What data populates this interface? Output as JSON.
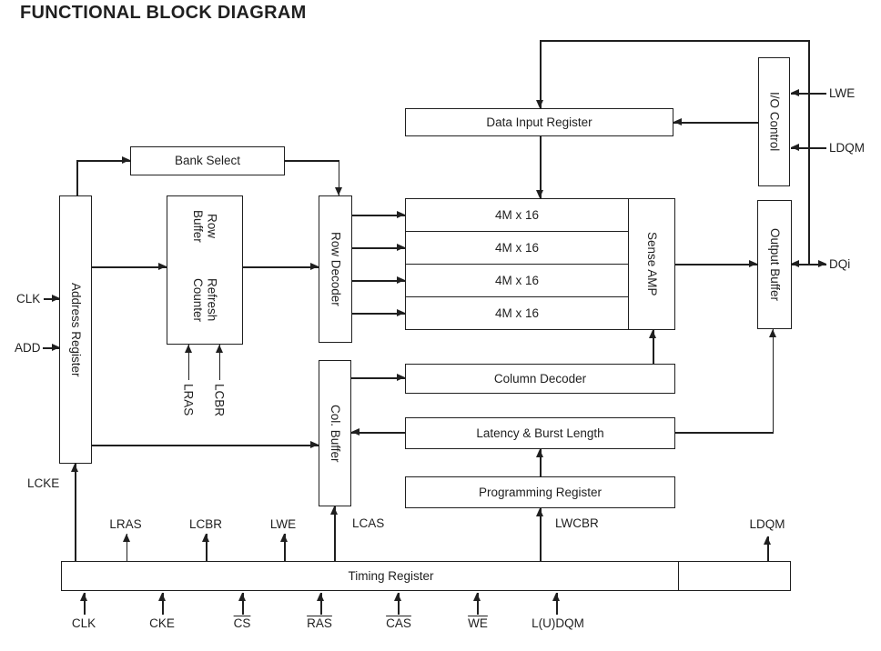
{
  "title": "FUNCTIONAL BLOCK DIAGRAM",
  "blocks": {
    "data_input_register": "Data Input Register",
    "io_control": "I/O Control",
    "bank_select": "Bank Select",
    "address_register": "Address Register",
    "row_buffer": {
      "line1": "Row Buffer",
      "line2": "Refresh Counter"
    },
    "row_decoder": "Row Decoder",
    "memory_banks": [
      "4M x 16",
      "4M x 16",
      "4M x 16",
      "4M x 16"
    ],
    "sense_amp": "Sense AMP",
    "output_buffer": "Output Buffer",
    "column_decoder": "Column Decoder",
    "latency_burst_length": "Latency & Burst Length",
    "programming_register": "Programming Register",
    "col_buffer": "Col. Buffer",
    "timing_register": "Timing Register"
  },
  "signal_labels": {
    "clk_in": "CLK",
    "add_in": "ADD",
    "lcke": "LCKE",
    "lwe_io": "LWE",
    "ldqm_io": "LDQM",
    "dqi": "DQi",
    "lras_refresh": "LRAS",
    "lcbr_refresh": "LCBR",
    "lras_timing": "LRAS",
    "lcbr_timing": "LCBR",
    "lwe_timing": "LWE",
    "lcas_timing": "LCAS",
    "lwcbr_timing": "LWCBR",
    "ldqm_timing": "LDQM"
  },
  "pins": [
    {
      "label": "CLK",
      "overline": false
    },
    {
      "label": "CKE",
      "overline": false
    },
    {
      "label": "CS",
      "overline": true
    },
    {
      "label": "RAS",
      "overline": true
    },
    {
      "label": "CAS",
      "overline": true
    },
    {
      "label": "WE",
      "overline": true
    },
    {
      "label": "L(U)DQM",
      "overline": false
    }
  ],
  "colors": {
    "line": "#1f1f1f",
    "background": "#ffffff",
    "text": "#1f1f1f"
  }
}
